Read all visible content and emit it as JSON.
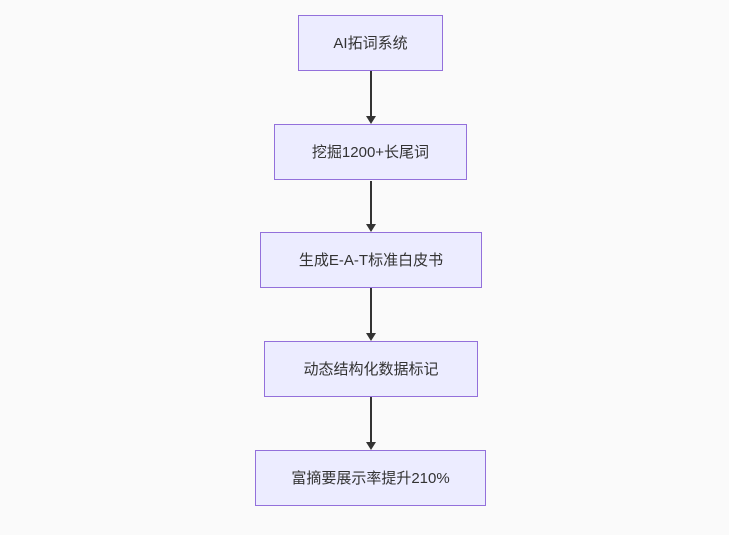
{
  "diagram": {
    "type": "flowchart",
    "direction": "top-down",
    "nodes": [
      {
        "id": "A",
        "label": "AI拓词系统"
      },
      {
        "id": "B",
        "label": "挖掘1200+长尾词"
      },
      {
        "id": "C",
        "label": "生成E-A-T标准白皮书"
      },
      {
        "id": "D",
        "label": "动态结构化数据标记"
      },
      {
        "id": "E",
        "label": "富摘要展示率提升210%"
      }
    ],
    "edges": [
      {
        "from": "A",
        "to": "B"
      },
      {
        "from": "B",
        "to": "C"
      },
      {
        "from": "C",
        "to": "D"
      },
      {
        "from": "D",
        "to": "E"
      }
    ],
    "colors": {
      "background": "#fafafa",
      "node_fill": "#ECECFF",
      "node_border": "#9370DB",
      "arrow": "#333333",
      "text": "#333333"
    }
  }
}
